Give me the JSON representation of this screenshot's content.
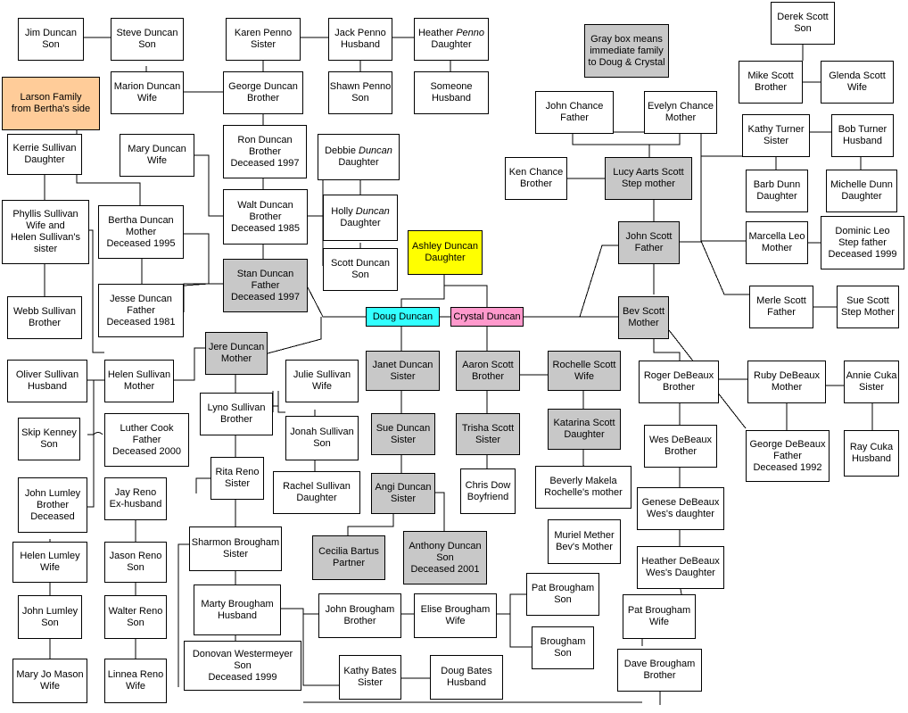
{
  "colors": {
    "gray": "#c8c8c8",
    "yellow": "#ffff00",
    "cyan": "#33ffff",
    "pink": "#ff99cc",
    "peach": "#ffcc99",
    "line": "#000000"
  },
  "people": {
    "jim_duncan": [
      "Jim Duncan",
      "Son"
    ],
    "steve_duncan": [
      "Steve Duncan",
      "Son"
    ],
    "karen_penno": [
      "Karen Penno",
      "Sister"
    ],
    "jack_penno": [
      "Jack Penno",
      "Husband"
    ],
    "heather_penno": [
      "Heather Penno",
      "Daughter"
    ],
    "marion_duncan": [
      "Marion Duncan",
      "Wife"
    ],
    "george_duncan": [
      "George Duncan",
      "Brother"
    ],
    "shawn_penno": [
      "Shawn Penno",
      "Son"
    ],
    "someone": [
      "Someone",
      "Husband"
    ],
    "larson": [
      "Larson Family",
      "from Bertha's side"
    ],
    "kerrie_sullivan": [
      "Kerrie Sullivan",
      "Daughter"
    ],
    "mary_duncan": [
      "Mary Duncan",
      "Wife"
    ],
    "ron_duncan": [
      "Ron Duncan",
      "Brother",
      "Deceased 1997"
    ],
    "debbie_duncan": [
      "Debbie Duncan",
      "Daughter"
    ],
    "phyllis_sullivan": [
      "Phyllis Sullivan",
      "Wife and",
      "Helen Sullivan's",
      "sister"
    ],
    "bertha_duncan": [
      "Bertha Duncan",
      "Mother",
      "Deceased 1995"
    ],
    "walt_duncan": [
      "Walt Duncan",
      "Brother",
      "Deceased 1985"
    ],
    "holly_duncan": [
      "Holly Duncan",
      "Daughter"
    ],
    "scott_duncan": [
      "Scott Duncan",
      "Son"
    ],
    "ashley_duncan": [
      "Ashley Duncan",
      "Daughter"
    ],
    "webb_sullivan": [
      "Webb Sullivan",
      "Brother"
    ],
    "jesse_duncan": [
      "Jesse Duncan",
      "Father",
      "Deceased 1981"
    ],
    "stan_duncan": [
      "Stan Duncan",
      "Father",
      "Deceased 1997"
    ],
    "doug_duncan": [
      "Doug Duncan"
    ],
    "crystal_duncan": [
      "Crystal Duncan"
    ],
    "jere_duncan": [
      "Jere Duncan",
      "Mother"
    ],
    "oliver_sullivan": [
      "Oliver Sullivan",
      "Husband"
    ],
    "helen_sullivan": [
      "Helen Sullivan",
      "Mother"
    ],
    "julie_sullivan": [
      "Julie Sullivan",
      "Wife"
    ],
    "janet_duncan": [
      "Janet Duncan",
      "Sister"
    ],
    "aaron_scott": [
      "Aaron Scott",
      "Brother"
    ],
    "rochelle_scott": [
      "Rochelle Scott",
      "Wife"
    ],
    "lyno_sullivan": [
      "Lyno Sullivan",
      "Brother"
    ],
    "skip_kenney": [
      "Skip Kenney",
      "Son"
    ],
    "luther_cook": [
      "Luther Cook",
      "Father",
      "Deceased 2000"
    ],
    "jonah_sullivan": [
      "Jonah Sullivan",
      "Son"
    ],
    "sue_duncan": [
      "Sue Duncan",
      "Sister"
    ],
    "trisha_scott": [
      "Trisha Scott",
      "Sister"
    ],
    "katarina_scott": [
      "Katarina Scott",
      "Daughter"
    ],
    "rita_reno": [
      "Rita Reno",
      "Sister"
    ],
    "john_lumley_1": [
      "John Lumley",
      "Brother",
      "Deceased"
    ],
    "jay_reno": [
      "Jay Reno",
      "Ex-husband"
    ],
    "rachel_sullivan": [
      "Rachel Sullivan",
      "Daughter"
    ],
    "angi_duncan": [
      "Angi Duncan",
      "Sister"
    ],
    "chris_dow": [
      "Chris Dow",
      "Boyfriend"
    ],
    "beverly_makela": [
      "Beverly Makela",
      "Rochelle's mother"
    ],
    "sharmon_brougham": [
      "Sharmon Brougham",
      "Sister"
    ],
    "helen_lumley": [
      "Helen Lumley",
      "Wife"
    ],
    "jason_reno": [
      "Jason Reno",
      "Son"
    ],
    "cecilia_bartus": [
      "Cecilia Bartus",
      "Partner"
    ],
    "anthony_duncan": [
      "Anthony Duncan",
      "Son",
      "Deceased 2001"
    ],
    "muriel_mether": [
      "Muriel Mether",
      "Bev's Mother"
    ],
    "marty_brougham": [
      "Marty Brougham",
      "Husband"
    ],
    "john_lumley_2": [
      "John Lumley",
      "Son"
    ],
    "walter_reno": [
      "Walter Reno",
      "Son"
    ],
    "john_brougham": [
      "John Brougham",
      "Brother"
    ],
    "elise_brougham": [
      "Elise Brougham",
      "Wife"
    ],
    "pat_brougham_son": [
      "Pat Brougham",
      "Son"
    ],
    "brougham_son": [
      "Brougham",
      "Son"
    ],
    "donovan": [
      "Donovan Westermeyer",
      "Son",
      "Deceased 1999"
    ],
    "mary_jo_mason": [
      "Mary Jo Mason",
      "Wife"
    ],
    "linnea_reno": [
      "Linnea Reno",
      "Wife"
    ],
    "kathy_bates": [
      "Kathy Bates",
      "Sister"
    ],
    "doug_bates": [
      "Doug Bates",
      "Husband"
    ],
    "legend": [
      "Gray box means",
      "immediate family",
      "to Doug & Crystal"
    ],
    "derek_scott": [
      "Derek Scott",
      "Son"
    ],
    "mike_scott": [
      "Mike Scott",
      "Brother"
    ],
    "glenda_scott": [
      "Glenda Scott",
      "Wife"
    ],
    "john_chance": [
      "John Chance",
      "Father"
    ],
    "evelyn_chance": [
      "Evelyn Chance",
      "Mother"
    ],
    "kathy_turner": [
      "Kathy Turner",
      "Sister"
    ],
    "bob_turner": [
      "Bob Turner",
      "Husband"
    ],
    "ken_chance": [
      "Ken Chance",
      "Brother"
    ],
    "lucy_aarts_scott": [
      "Lucy  Aarts Scott",
      "Step mother"
    ],
    "barb_dunn": [
      "Barb Dunn",
      "Daughter"
    ],
    "michelle_dunn": [
      "Michelle Dunn",
      "Daughter"
    ],
    "john_scott": [
      "John Scott",
      "Father"
    ],
    "marcella_leo": [
      "Marcella Leo",
      "Mother"
    ],
    "dominic_leo": [
      "Dominic Leo",
      "Step father",
      "Deceased 1999"
    ],
    "merle_scott": [
      "Merle Scott",
      "Father"
    ],
    "sue_scott": [
      "Sue Scott",
      "Step Mother"
    ],
    "bev_scott": [
      "Bev Scott",
      "Mother"
    ],
    "roger_debeaux": [
      "Roger DeBeaux",
      "Brother"
    ],
    "ruby_debeaux": [
      "Ruby DeBeaux",
      "Mother"
    ],
    "annie_cuka": [
      "Annie Cuka",
      "Sister"
    ],
    "wes_debeaux": [
      "Wes DeBeaux",
      "Brother"
    ],
    "george_debeaux": [
      "George DeBeaux",
      "Father",
      "Deceased 1992"
    ],
    "ray_cuka": [
      "Ray Cuka",
      "Husband"
    ],
    "genese_debeaux": [
      "Genese DeBeaux",
      "Wes's daughter"
    ],
    "heather_debeaux": [
      "Heather DeBeaux",
      "Wes's Daughter"
    ],
    "pat_brougham_wife": [
      "Pat Brougham",
      "Wife"
    ],
    "dave_brougham": [
      "Dave Brougham",
      "Brother"
    ]
  }
}
